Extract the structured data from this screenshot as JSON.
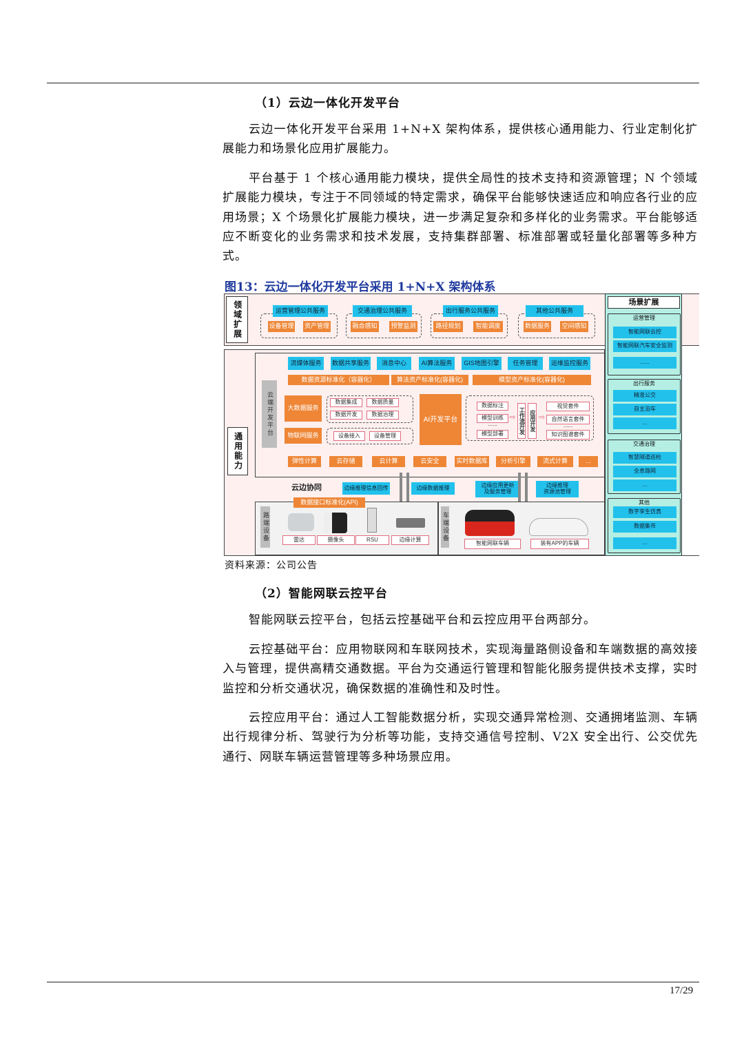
{
  "section1": {
    "heading": "（1）云边一体化开发平台",
    "paragraphs": [
      "云边一体化开发平台采用 1+N+X 架构体系，提供核心通用能力、行业定制化扩展能力和场景化应用扩展能力。",
      "平台基于 1 个核心通用能力模块，提供全局性的技术支持和资源管理；N 个领域扩展能力模块，专注于不同领域的特定需求，确保平台能够快速适应和响应各行业的应用场景；X 个场景化扩展能力模块，进一步满足复杂和多样化的业务需求。平台能够适应不断变化的业务需求和技术发展，支持集群部署、标准部署或轻量化部署等多种方式。"
    ]
  },
  "figure": {
    "title": "图13：云边一体化开发平台采用 1+N+X 架构体系",
    "source": "资料来源：公司公告",
    "domain": {
      "label": "领域扩展",
      "groups": [
        {
          "title": "运营管理公共服务",
          "items": [
            "设备管理",
            "资产管理"
          ]
        },
        {
          "title": "交通治理公共服务",
          "items": [
            "融合感知",
            "预警监测"
          ]
        },
        {
          "title": "出行服务公共服务",
          "items": [
            "路径规划",
            "智能调度"
          ]
        },
        {
          "title": "其他公共服务",
          "items": [
            "数据服务",
            "空间感知"
          ]
        }
      ]
    },
    "general": {
      "label": "通用能力",
      "cloud_label": "云端开发平台",
      "services": [
        "流媒体服务",
        "数据共享服务",
        "消息中心",
        "AI算法服务",
        "GIS地图引擎",
        "任务管理",
        "运维监控服务"
      ],
      "standards": [
        "数据资源标准化（容器化）",
        "算法资产标准化(容器化)",
        "模型资产标准化(容器化)"
      ],
      "bigdata": {
        "label": "大数据服务",
        "items": [
          "数据集成",
          "数据质量",
          "数据开发",
          "数据治理"
        ]
      },
      "iot": {
        "label": "物联网服务",
        "items": [
          "设备接入",
          "设备管理"
        ]
      },
      "ai": {
        "label": "AI开发平台",
        "items": [
          "数据标注",
          "模型训练",
          "......",
          "模型部署"
        ],
        "workflow": "工作流开发",
        "appdev": "应用开发",
        "kits": [
          "视觉套件",
          "自然语言套件",
          "......",
          "知识图谱套件"
        ]
      },
      "infra": [
        "弹性计算",
        "云存储",
        "云计算",
        "云安全",
        "实时数据库",
        "分析引擎",
        "流式计算",
        "..."
      ],
      "edge": {
        "label": "云边协同",
        "items": [
          "边缘推理信息回传",
          "边缘数据推理",
          "边缘应用更新\n及服务管理",
          "边缘推理\n资源池管理"
        ],
        "api": "数据接口标准化(API)"
      },
      "roadside": {
        "label": "路端设备",
        "devices": [
          "雷达",
          "摄像头",
          "RSU",
          "边缘计算"
        ]
      },
      "vehicle": {
        "label": "车端设备",
        "devices": [
          "智能网联车辆",
          "装有APP的车辆"
        ]
      }
    },
    "scene": {
      "label": "场景扩展",
      "groups": [
        {
          "title": "运营管理",
          "items": [
            "智能网联云控",
            "智能网联汽车安全监测",
            "......"
          ]
        },
        {
          "title": "出行服务",
          "items": [
            "精准公交",
            "自主泊车",
            "..."
          ]
        },
        {
          "title": "交通治理",
          "items": [
            "智慧隧道巡检",
            "全息路网",
            "..."
          ]
        },
        {
          "title": "其他",
          "items": [
            "数字孪生仿真",
            "数据集市",
            "..."
          ]
        }
      ]
    },
    "colors": {
      "blue": "#22c1ec",
      "orange": "#ee8636",
      "scene_bg": "#b5efe4",
      "pink": "#fdf0ef"
    }
  },
  "section2": {
    "heading": "（2）智能网联云控平台",
    "paragraphs": [
      "智能网联云控平台，包括云控基础平台和云控应用平台两部分。",
      "云控基础平台：应用物联网和车联网技术，实现海量路侧设备和车端数据的高效接入与管理，提供高精交通数据。平台为交通运行管理和智能化服务提供技术支撑，实时监控和分析交通状况，确保数据的准确性和及时性。",
      "云控应用平台：通过人工智能数据分析，实现交通异常检测、交通拥堵监测、车辆出行规律分析、驾驶行为分析等功能，支持交通信号控制、V2X 安全出行、公交优先通行、网联车辆运营管理等多种场景应用。"
    ]
  },
  "page": {
    "number": "17/29"
  }
}
